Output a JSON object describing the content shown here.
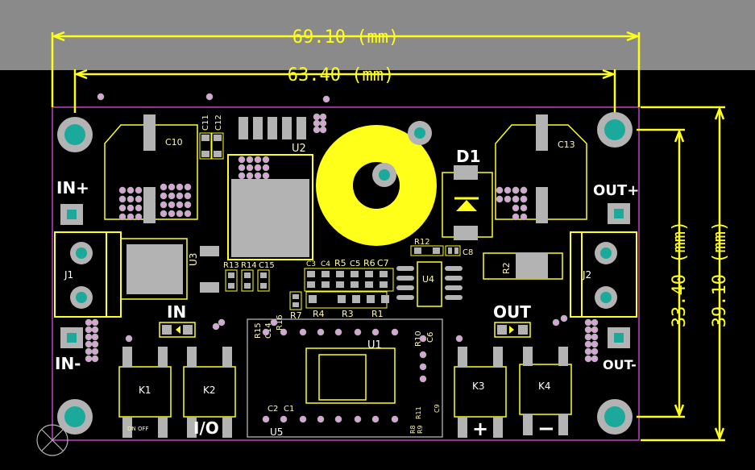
{
  "dimensions": {
    "overall_width": "69.10 (mm)",
    "hole_span_width": "63.40 (mm)",
    "hole_span_height": "33.40 (mm)",
    "overall_height": "39.10 (mm)"
  },
  "silkscreen": {
    "in_plus": "IN+",
    "in_minus": "IN-",
    "out_plus": "OUT+",
    "out_minus": "OUT-",
    "in_label": "IN",
    "out_label": "OUT",
    "io_label": "I/O",
    "plus_sign": "+",
    "minus_sign": "−",
    "on_off": "ON OFF"
  },
  "components": {
    "c10": "C10",
    "c13": "C13",
    "c11": "C11",
    "c12": "C12",
    "u2": "U2",
    "u3": "U3",
    "d1": "D1",
    "j1": "J1",
    "j2": "J2",
    "r12": "R12",
    "c8": "C8",
    "r2": "R2",
    "u4": "U4",
    "r13": "R13",
    "r14": "R14",
    "c15": "C15",
    "c3": "C3",
    "c4": "C4",
    "r5": "R5",
    "c5": "C5",
    "r6": "R6",
    "c7": "C7",
    "r7": "R7",
    "r4": "R4",
    "r3": "R3",
    "r1": "R1",
    "r15": "R15",
    "c14": "C14",
    "r16": "R16",
    "u1": "U1",
    "r10": "R10",
    "c6": "C6",
    "c2": "C2",
    "c1": "C1",
    "u5": "U5",
    "r11": "R11",
    "c9": "C9",
    "r8": "R8",
    "r9": "R9",
    "k1": "K1",
    "k2": "K2",
    "k3": "K3",
    "k4": "K4"
  },
  "colors": {
    "board_outline": "#c040c0",
    "silk": "#ffff1a",
    "pad": "#b3b3b3",
    "hole": "#1aa99a",
    "background": "#000000",
    "top_band": "#8a8a8a"
  }
}
